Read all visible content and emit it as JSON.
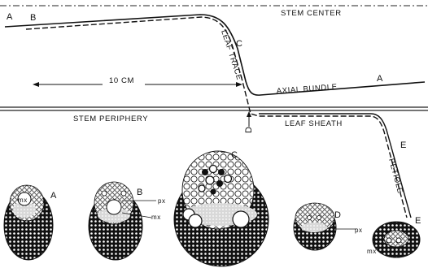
{
  "labels": {
    "stem_center": "STEM  CENTER",
    "stem_periphery": "STEM  PERIPHERY",
    "leaf_trace": "LEAF  TRACE",
    "axial_bundle": "AXIAL  BUNDLE",
    "leaf_sheath": "LEAF  SHEATH",
    "petiole": "PETIOLE",
    "scale": "10  CM",
    "a_left": "A",
    "a_right": "A",
    "b_top": "B",
    "c_top": "C",
    "d_top": "D",
    "e_top": "E",
    "sec_a": "A",
    "sec_b": "B",
    "sec_c": "C",
    "sec_d": "D",
    "sec_e": "E",
    "mx_a": "mx",
    "px_b": "px",
    "mx_b": "mx",
    "px_d": "px",
    "mx_e": "mx"
  }
}
